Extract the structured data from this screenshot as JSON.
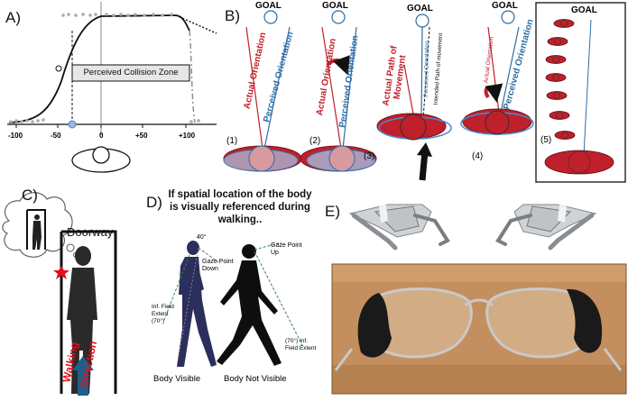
{
  "panel_a": {
    "label": "A)",
    "zone_label": "Perceived Collision Zone",
    "ticks": [
      "-100",
      "-50",
      "0",
      "+50",
      "+100"
    ]
  },
  "panel_b": {
    "label": "B)",
    "goal": "GOAL",
    "actual_orientation": "Actual Orientation",
    "perceived_orientation": "Perceived Orientation",
    "actual_path": "Actual Path of Movement",
    "intended_path": "Intended Path of movement",
    "steps": [
      "(1)",
      "(2)",
      "(3)",
      "(4)",
      "(5)"
    ]
  },
  "panel_c": {
    "label": "C)",
    "doorway": "Doorway",
    "walking": "Walking",
    "direction": "Direction"
  },
  "panel_d": {
    "label": "D)",
    "headline": "If  spatial location of the body  is visually referenced during walking..",
    "angle": "40°",
    "gaze_down": "Gaze Point Down",
    "gaze_up": "Gaze Point Up",
    "field_left": "Inf. Field Extent (70°)",
    "field_right": "(70°) Inf. Field Extent",
    "caption_visible": "Body Visible",
    "caption_not_visible": "Body Not Visible"
  },
  "panel_e": {
    "label": "E)"
  },
  "colors": {
    "actual": "#c0202b",
    "perceived": "#2e6da4",
    "arrow": "#1f5f8b",
    "frame": "#111111"
  }
}
